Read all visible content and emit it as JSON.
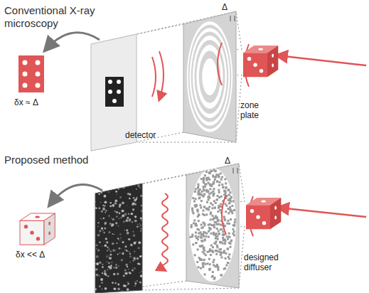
{
  "diagram": {
    "labels": [
      "Conventional X-ray microscopy",
      "Δ",
      "zone plate",
      "detector",
      "δx ≈ Δ",
      "Proposed method",
      "Δ",
      "designed diffuser",
      "δx << Δ"
    ]
  }
}
